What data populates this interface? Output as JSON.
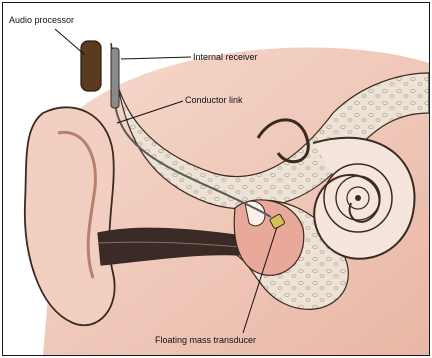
{
  "labels": {
    "audio_processor": "Audio processor",
    "internal_receiver": "Internal receiver",
    "conductor_link": "Conductor link",
    "floating_mass_transducer": "Floating mass transducer"
  },
  "colors": {
    "skin": "#f2cdbf",
    "skin_shadow": "#d9a08f",
    "canal": "#e7b6a6",
    "bone": "#ece3d6",
    "bone_dot": "#b8aa98",
    "processor": "#5a3b1f",
    "transducer": "#d9bf57",
    "outline": "#3a2a22",
    "dark_canal": "#3b2b27"
  }
}
